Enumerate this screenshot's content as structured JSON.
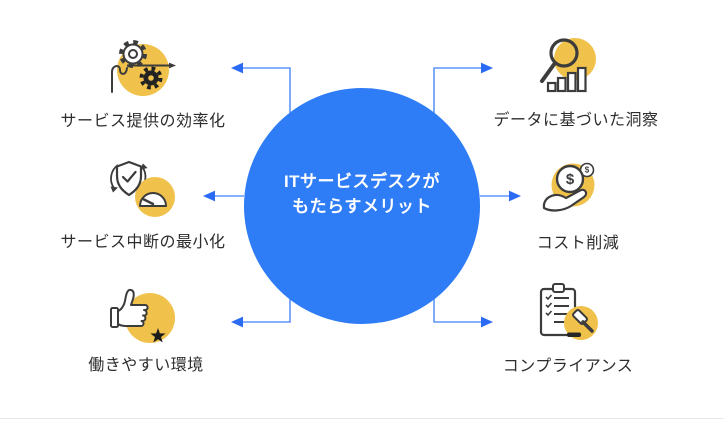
{
  "diagram": {
    "center": {
      "title_line1": "ITサービスデスクが",
      "title_line2": "もたらすメリット"
    },
    "items": [
      {
        "label": "サービス提供の効率化",
        "icon": "gears-process-arrow-icon"
      },
      {
        "label": "サービス中断の最小化",
        "icon": "shield-check-gauge-icon"
      },
      {
        "label": "働きやすい環境",
        "icon": "thumbs-up-star-icon"
      },
      {
        "label": "データに基づいた洞察",
        "icon": "magnifier-bar-chart-icon"
      },
      {
        "label": "コスト削減",
        "icon": "hand-coin-icon"
      },
      {
        "label": "コンプライアンス",
        "icon": "clipboard-gavel-icon"
      }
    ],
    "icons": {
      "currency_symbol": "$"
    },
    "colors": {
      "primary_blue": "#2E7CF6",
      "arrow_line_blue": "#5E95F8",
      "arrow_head_blue": "#2B6BF3",
      "accent_yellow": "#F0C24B",
      "icon_stroke": "#3C3C3C",
      "label_text": "#2D2D2D"
    }
  }
}
